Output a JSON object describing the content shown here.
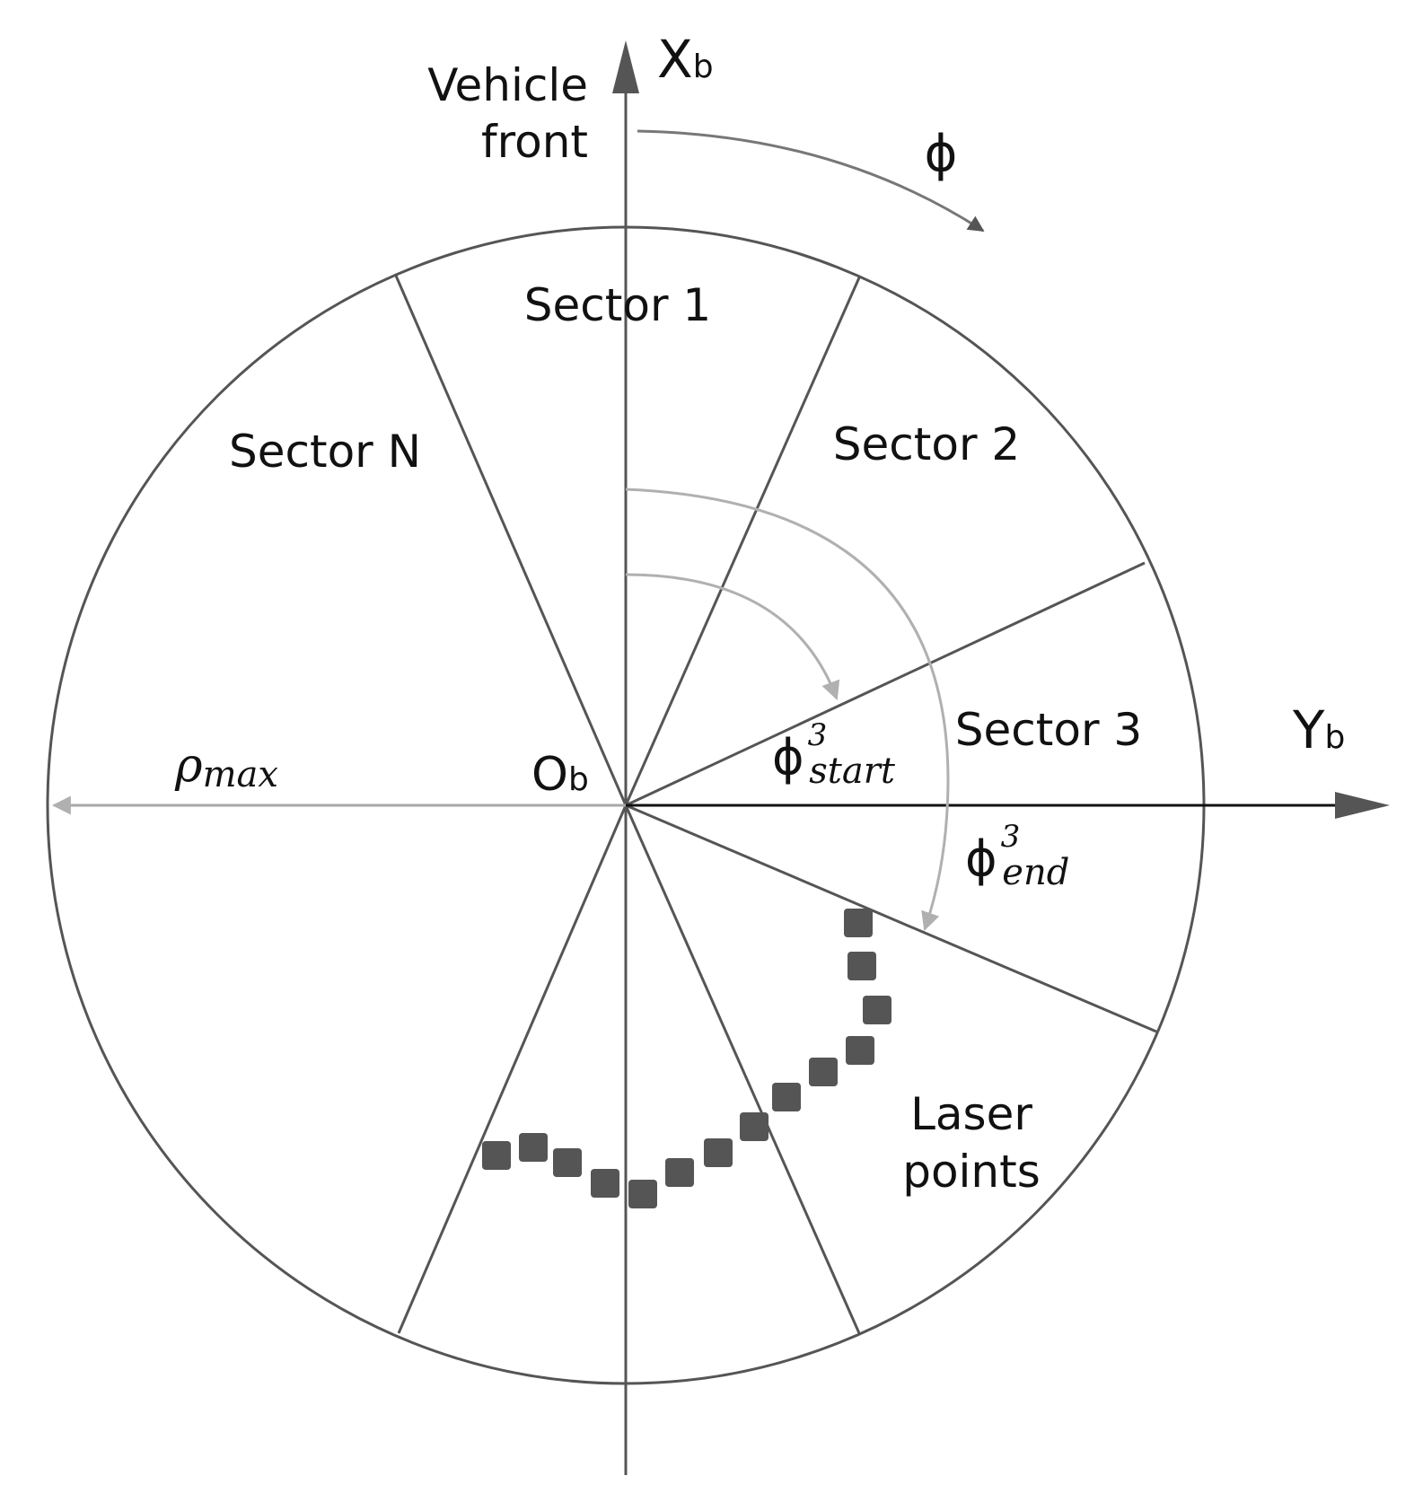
{
  "axes": {
    "x_axis_label": "X",
    "x_axis_sub": "b",
    "y_axis_label": "Y",
    "y_axis_sub": "b",
    "origin_label": "O",
    "origin_sub": "b"
  },
  "vehicle_front": {
    "line1": "Vehicle",
    "line2": "front"
  },
  "angle": {
    "phi": "ϕ"
  },
  "sectors": [
    {
      "label": "Sector 1"
    },
    {
      "label": "Sector 2"
    },
    {
      "label": "Sector 3"
    },
    {
      "label": "Sector N"
    }
  ],
  "rho_max": {
    "symbol": "ρ",
    "sub": "max"
  },
  "phi_start": {
    "symbol": "ϕ",
    "sup": "3",
    "sub": "start"
  },
  "phi_end": {
    "symbol": "ϕ",
    "sup": "3",
    "sub": "end"
  },
  "laser": {
    "line1": "Laser",
    "line2": "points"
  },
  "colors": {
    "outline": "#555555",
    "arrow_gray": "#b0b0b0",
    "axis_dark": "#111111",
    "points": "#555555"
  }
}
